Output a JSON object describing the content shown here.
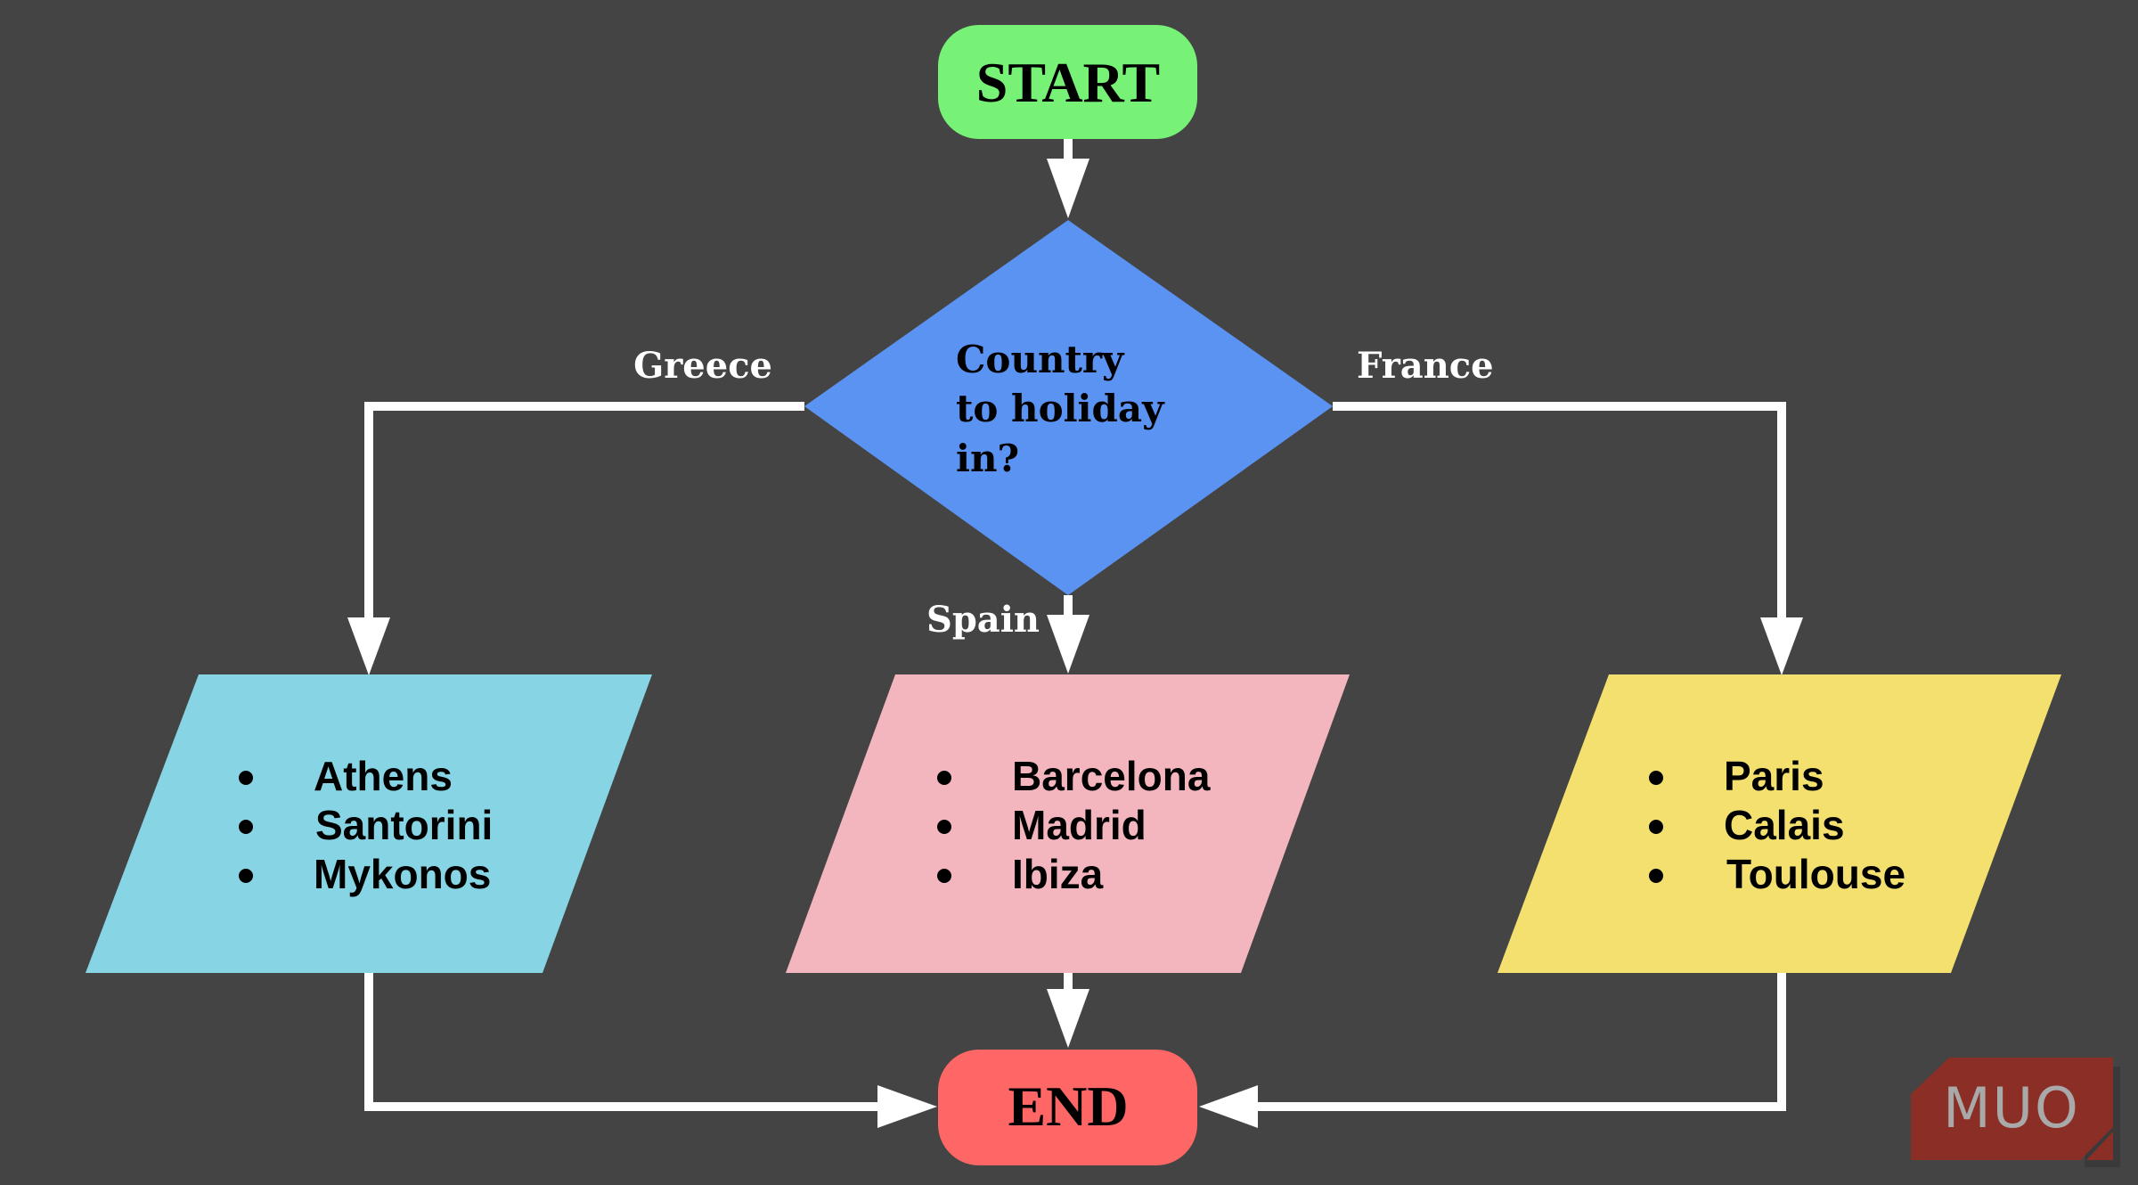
{
  "colors": {
    "background": "#444444",
    "start": "#77f277",
    "decision": "#5b93f2",
    "greece_box": "#86d4e4",
    "spain_box": "#f4b6be",
    "france_box": "#f4e06e",
    "end": "#ff6666",
    "connector": "#ffffff",
    "logo_bg": "#8b2e26",
    "logo_text": "#a9a9a9"
  },
  "flowchart": {
    "start": {
      "label": "START"
    },
    "decision": {
      "lines": [
        "Country",
        "to holiday",
        "in?"
      ]
    },
    "branches": [
      {
        "label": "Greece",
        "items": [
          "Athens",
          "Santorini",
          "Mykonos"
        ]
      },
      {
        "label": "Spain",
        "items": [
          "Barcelona",
          "Madrid",
          "Ibiza"
        ]
      },
      {
        "label": "France",
        "items": [
          "Paris",
          "Calais",
          "Toulouse"
        ]
      }
    ],
    "end": {
      "label": "END"
    }
  },
  "watermark": {
    "text": "MUO"
  }
}
